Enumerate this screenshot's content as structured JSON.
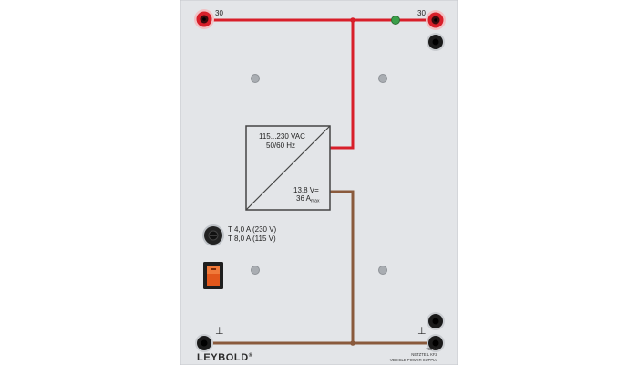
{
  "panel": {
    "brand": "LEYBOLD",
    "brand_mark": "®",
    "model_code": "735 12",
    "model_name": "NETZTEIL KFZ",
    "model_name_en": "VEHICLE POWER SUPPLY"
  },
  "terminals": {
    "top_left_label": "30",
    "top_right_label": "30",
    "ground_symbol": "⊥"
  },
  "converter": {
    "input_line1": "115...230 VAC",
    "input_line2": "50/60 Hz",
    "output_line1": "13,8 V=",
    "output_line2_value": "36 A",
    "output_line2_sub": "max"
  },
  "fuse": {
    "line1": "T 4,0 A  (230 V)",
    "line2": "T 8,0 A  (115 V)"
  },
  "colors": {
    "panel": "#e4e6e9",
    "wire_positive": "#d81f2a",
    "wire_ground": "#8a5a3c",
    "switch": "#e2571b",
    "led": "#3aa04a"
  }
}
